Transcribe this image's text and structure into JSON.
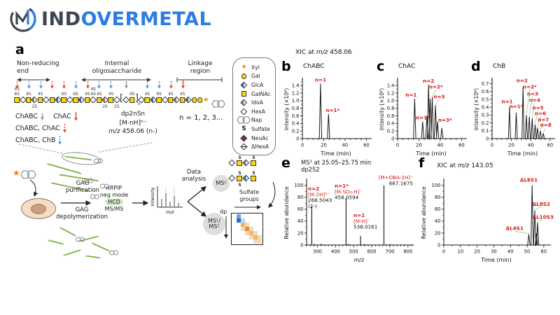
{
  "header": {
    "brand_dark": "IND",
    "brand_blue": "OVERMETAL"
  },
  "panel_a": {
    "label": "a",
    "regions": {
      "non_reducing_1": "Non-reducing",
      "non_reducing_2": "end",
      "internal_1": "Internal",
      "internal_2": "oligosaccharide",
      "linkage_1": "Linkage",
      "linkage_2": "region"
    },
    "formula": {
      "name": "dp2nSn",
      "ion": "[M-nH]ⁿ⁻",
      "mz_label": "m/z",
      "mz_value": " 458.06 (n-)"
    },
    "n_note": "n = 1, 2, 3...",
    "enzyme_rows": [
      {
        "parts": [
          {
            "text": "ChABC",
            "arrow": "gray",
            "dashed": false
          },
          {
            "text": "ChAC",
            "arrow": "red",
            "dashed": false
          }
        ]
      },
      {
        "parts": [
          {
            "text": "ChABC, ChAC",
            "arrow": "red",
            "dashed": true
          }
        ]
      },
      {
        "parts": [
          {
            "text": "ChABC, ChB",
            "arrow": "blue",
            "dashed": true
          }
        ]
      }
    ],
    "legend": {
      "items": [
        {
          "shape": "star",
          "label": "Xyl"
        },
        {
          "shape": "gal",
          "label": "Gal"
        },
        {
          "shape": "glca",
          "label": "GlcA"
        },
        {
          "shape": "galnac",
          "label": "GalNAc"
        },
        {
          "shape": "idoa",
          "label": "IdoA"
        },
        {
          "shape": "hexa",
          "label": "HexA"
        },
        {
          "shape": "nap",
          "label": "Nap"
        },
        {
          "shape": "sulfate",
          "label": "Sulfate"
        },
        {
          "shape": "neuac",
          "label": "NeuAc"
        },
        {
          "shape": "dhexa",
          "label": "ΔHexA"
        }
      ]
    },
    "chain": [
      {
        "s": "sq",
        "t": "6S",
        "t2": "4S",
        "a": "r"
      },
      {
        "s": "wd"
      },
      {
        "s": "sq",
        "t": "4S",
        "a": "b"
      },
      {
        "s": "gd",
        "b": "2S"
      },
      {
        "s": "sq",
        "t": "4S",
        "a": "b"
      },
      {
        "s": "wd"
      },
      {
        "s": "sq",
        "a": "r"
      },
      {
        "s": "bd"
      },
      {
        "s": "sq",
        "t": "6S",
        "a": "r"
      },
      {
        "s": "wd"
      },
      {
        "s": "sq",
        "t": "6S",
        "a": "b"
      },
      {
        "s": "bd"
      },
      {
        "s": "sq",
        "t": "4S",
        "a": "r"
      },
      {
        "s": "wd",
        "t": "6S",
        "t2": "4S"
      },
      {
        "s": "sq",
        "t": "4S",
        "a": "b"
      },
      {
        "s": "gd",
        "b": "2S"
      },
      {
        "s": "sq",
        "t": "4S",
        "a": "b"
      },
      {
        "s": "wd",
        "b": "2S"
      },
      {
        "s": "lb"
      },
      {
        "s": "wd",
        "a": "g"
      },
      {
        "s": "sq",
        "t": "4S"
      },
      {
        "s": "rb",
        "sub": "n"
      },
      {
        "s": "wd"
      },
      {
        "s": "sq",
        "t": "4S",
        "a": "b"
      },
      {
        "s": "bd"
      },
      {
        "s": "sq",
        "t": "6S",
        "a": "b"
      },
      {
        "s": "wd"
      },
      {
        "s": "sq",
        "t": "4S",
        "a": "r"
      },
      {
        "s": "gd"
      },
      {
        "s": "sq",
        "t": "4S",
        "a": "rs"
      },
      {
        "s": "bd"
      },
      {
        "s": "yc"
      },
      {
        "s": "yc"
      },
      {
        "s": "star"
      },
      {
        "s": "nap"
      }
    ],
    "workflow": {
      "purification_1": "GAG",
      "purification_2": "purification",
      "depolymerization_1": "GAG",
      "depolymerization_2": "depolymerization",
      "method_l1": "nRPIP",
      "method_l2": "neg mode",
      "method_l3": "HCD",
      "method_l4": "MS/MS",
      "mini_ylabel": "Intensity",
      "mini_xlabel": "m/z",
      "data_analysis_1": "Data",
      "data_analysis_2": "analysis",
      "ms2": "MS²",
      "ms12_1": "MS¹/",
      "ms12_2": "MS²",
      "sulfate_1": "Sulfate",
      "sulfate_2": "groups",
      "dp": "dp",
      "structures": [
        {
          "units": [
            "wd",
            "sq:S",
            "gd",
            "sq:S"
          ]
        },
        {
          "units": [
            "wd",
            "sq:SS",
            "bd",
            "sq:S"
          ]
        }
      ],
      "heatmap": {
        "rows": 7,
        "cols": 7,
        "cells": [
          [
            0,
            1,
            "b2"
          ],
          [
            1,
            1,
            "b3"
          ],
          [
            1,
            2,
            "b1"
          ],
          [
            2,
            2,
            "o2"
          ],
          [
            2,
            3,
            "o1"
          ],
          [
            3,
            2,
            "o1"
          ],
          [
            3,
            3,
            "o3"
          ],
          [
            3,
            4,
            "o1"
          ],
          [
            4,
            3,
            "o1"
          ],
          [
            4,
            4,
            "o2"
          ],
          [
            4,
            5,
            "o1"
          ],
          [
            5,
            4,
            "o1"
          ],
          [
            5,
            5,
            "o2"
          ],
          [
            5,
            6,
            "o1"
          ],
          [
            6,
            5,
            "o1"
          ],
          [
            6,
            6,
            "o1"
          ]
        ]
      }
    }
  },
  "suptitle_bcd": {
    "prefix": "XIC at ",
    "mz": "m/z",
    "suffix": " 458.06"
  },
  "chart_data": [
    {
      "id": "b",
      "panel": "b",
      "type": "xic",
      "condition": "ChABC",
      "ylabel": "Intensity (×10⁶)",
      "xlabel": "Time (min)",
      "xlim": [
        0,
        63
      ],
      "xticks": [
        0,
        20,
        40,
        60
      ],
      "xminor": 5,
      "ylim": [
        0,
        1.55
      ],
      "yticks": [
        "0",
        "0.2",
        "0.4",
        "0.6",
        "0.8",
        "1.0",
        "1.2",
        "1.4"
      ],
      "yminor": 0.1,
      "peaks": [
        {
          "t": 17,
          "h": 1.45,
          "label": "n=1"
        },
        {
          "t": 24.5,
          "h": 0.65,
          "label": "n=1*",
          "dx": 6
        }
      ]
    },
    {
      "id": "c",
      "panel": "c",
      "type": "xic",
      "condition": "ChAC",
      "ylabel": "Intensity (×10⁶)",
      "xlabel": "Time (min)",
      "xlim": [
        0,
        63
      ],
      "xticks": [
        0,
        20,
        40,
        60
      ],
      "xminor": 5,
      "ylim": [
        0,
        1.55
      ],
      "yticks": [
        "0",
        "0.2",
        "0.4",
        "0.6",
        "0.8",
        "1.0",
        "1.2",
        "1.4"
      ],
      "yminor": 0.1,
      "peaks": [
        {
          "t": 16,
          "h": 1.05,
          "label": "n=1",
          "dx": -5
        },
        {
          "t": 23.5,
          "h": 0.45,
          "label": "n=1*"
        },
        {
          "t": 27.5,
          "h": 0.6
        },
        {
          "t": 29,
          "h": 1.42,
          "label": "n=2"
        },
        {
          "t": 30.5,
          "h": 1.05
        },
        {
          "t": 32.5,
          "h": 1.1,
          "label": "n=2*",
          "lx": 36,
          "ly": 1.32,
          "lead": true
        },
        {
          "t": 35.5,
          "h": 0.88,
          "label": "n=3",
          "lx": 39,
          "ly": 1.06,
          "lead": true
        },
        {
          "t": 37.5,
          "h": 0.45
        },
        {
          "t": 41.5,
          "h": 0.28,
          "label": "n=3*",
          "lx": 44.5,
          "ly": 0.44
        }
      ]
    },
    {
      "id": "d",
      "panel": "d",
      "type": "xic",
      "condition": "ChB",
      "ylabel": "Intensity (×10⁶)",
      "xlabel": "Time (min)",
      "xlim": [
        0,
        63
      ],
      "xticks": [
        0,
        20,
        40,
        60
      ],
      "xminor": 5,
      "ylim": [
        0,
        0.75
      ],
      "yticks": [
        "0",
        "0.1",
        "0.2",
        "0.3",
        "0.4",
        "0.5",
        "0.6",
        "0.7"
      ],
      "yminor": 0.05,
      "peaks": [
        {
          "t": 18,
          "h": 0.4,
          "label": "n=1",
          "lx": 15.5,
          "ly": 0.45
        },
        {
          "t": 25,
          "h": 0.33,
          "label": "n=1*",
          "lx": 25,
          "ly": 0.39
        },
        {
          "t": 32,
          "h": 0.66,
          "label": "n=2",
          "lx": 31,
          "ly": 0.72
        },
        {
          "t": 35.5,
          "h": 0.3,
          "label": "n=2*",
          "lx": 39,
          "ly": 0.64,
          "lead": true
        },
        {
          "t": 38.5,
          "h": 0.28,
          "label": "n=3",
          "lx": 42,
          "ly": 0.55,
          "lead": true
        },
        {
          "t": 41.5,
          "h": 0.26,
          "label": "n=4",
          "lx": 44,
          "ly": 0.47,
          "lead": true
        },
        {
          "t": 44.5,
          "h": 0.18,
          "label": "n=5",
          "lx": 47.5,
          "ly": 0.37,
          "lead": true
        },
        {
          "t": 47,
          "h": 0.14,
          "label": "n=6",
          "lx": 50,
          "ly": 0.3,
          "lead": true
        },
        {
          "t": 50,
          "h": 0.1,
          "label": "n=7",
          "lx": 53,
          "ly": 0.22,
          "lead": true
        },
        {
          "t": 53,
          "h": 0.07,
          "label": "n=8",
          "lx": 55.5,
          "ly": 0.15,
          "lead": true
        }
      ]
    },
    {
      "id": "e",
      "panel": "e",
      "type": "ms",
      "title1": "MS¹ at 25.05–25.75 min",
      "title2": "dp2S2",
      "ylabel": "Relative abundance",
      "xlabel": "m/z",
      "xlabel_italic": true,
      "xlim": [
        240,
        820
      ],
      "xticks": [
        300,
        400,
        500,
        600,
        700,
        800
      ],
      "xminor": 20,
      "ylim": [
        0,
        108
      ],
      "yticks": [
        "0",
        "20",
        "40",
        "60",
        "80",
        "100"
      ],
      "yminor": 10,
      "peaks": [
        {
          "mz": 268.5043,
          "h": 65
        },
        {
          "mz": 285,
          "h": 2
        },
        {
          "mz": 320,
          "h": 2
        },
        {
          "mz": 458.0594,
          "h": 78
        },
        {
          "mz": 470,
          "h": 2
        },
        {
          "mz": 538.0161,
          "h": 15
        },
        {
          "mz": 560,
          "h": 1.5
        },
        {
          "mz": 667.1675,
          "h": 100
        },
        {
          "mz": 700,
          "h": 1.5
        }
      ],
      "annotations": [
        {
          "ax": 38,
          "ay": 22,
          "anchor": "start",
          "lines": [
            {
              "t": "n=2",
              "c": "r",
              "b": true
            },
            {
              "t": "[M-2H]²⁻",
              "c": "r"
            },
            {
              "t": "268.5043",
              "c": "k"
            },
            {
              "t": "(2-)",
              "c": "k"
            }
          ]
        },
        {
          "ax": 76,
          "ay": 18,
          "anchor": "start",
          "lines": [
            {
              "t": "n=1*",
              "c": "r",
              "b": true
            },
            {
              "t": "[M-SO₃-H]⁻",
              "c": "r"
            },
            {
              "t": "458.0594",
              "c": "k"
            }
          ]
        },
        {
          "ax": 103,
          "ay": 60,
          "anchor": "start",
          "lines": [
            {
              "t": "n=1",
              "c": "r",
              "b": true
            },
            {
              "t": "[M-H]⁻",
              "c": "r"
            },
            {
              "t": "538.0161",
              "c": "k"
            }
          ]
        },
        {
          "ax": 188,
          "ay": 6,
          "anchor": "end",
          "lines": [
            {
              "t": "[M+DBA-2H]⁻",
              "c": "r"
            },
            {
              "t": "667.1675",
              "c": "k"
            }
          ]
        }
      ]
    },
    {
      "id": "f",
      "panel": "f",
      "type": "xic",
      "title_prefix": "XIC at ",
      "title_mz": "m/z",
      "title_suffix": " 143.05",
      "ylabel": "Relative abundance",
      "xlabel": "Time (min)",
      "xlim": [
        0,
        63
      ],
      "xticks": [
        0,
        10,
        20,
        30,
        40,
        50,
        60
      ],
      "xminor": 5,
      "ylim": [
        0,
        108
      ],
      "yticks": [
        "0",
        "20",
        "40",
        "60",
        "80",
        "100"
      ],
      "yminor": 10,
      "pw": 0.7,
      "peaks": [
        {
          "t": 51,
          "h": 18,
          "label": "ΔL4S1",
          "lx": 42.5,
          "ly": 25,
          "lead": true
        },
        {
          "t": 53,
          "h": 100,
          "label": "ΔL6S1",
          "lx": 51,
          "ly": 106
        },
        {
          "t": 54.6,
          "h": 58,
          "label": "ΔL8S2",
          "lx": 58.5,
          "ly": 66,
          "lead": true
        },
        {
          "t": 55.6,
          "h": 20
        },
        {
          "t": 56.3,
          "h": 38,
          "label": "ΔL10S3",
          "lx": 59.5,
          "ly": 44,
          "lead": true
        }
      ]
    }
  ]
}
